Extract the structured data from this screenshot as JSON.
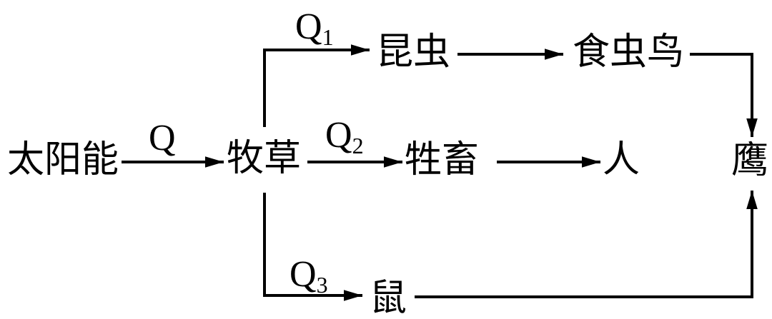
{
  "colors": {
    "ink": "#000000",
    "background": "#ffffff"
  },
  "diagram": {
    "type": "energy-flow-food-web",
    "nodes": {
      "solar": "太阳能",
      "grass": "牧草",
      "insect": "昆虫",
      "bird": "食虫鸟",
      "livestock": "牲畜",
      "human": "人",
      "rat": "鼠",
      "eagle": "鹰"
    },
    "flow_labels": {
      "q": {
        "base": "Q",
        "sub": ""
      },
      "q1": {
        "base": "Q",
        "sub": "1"
      },
      "q2": {
        "base": "Q",
        "sub": "2"
      },
      "q3": {
        "base": "Q",
        "sub": "3"
      }
    },
    "edges": [
      {
        "from": "太阳能",
        "to": "牧草",
        "label": "Q"
      },
      {
        "from": "牧草",
        "to": "昆虫",
        "label": "Q1"
      },
      {
        "from": "昆虫",
        "to": "食虫鸟",
        "label": ""
      },
      {
        "from": "食虫鸟",
        "to": "鹰",
        "label": ""
      },
      {
        "from": "牧草",
        "to": "牲畜",
        "label": "Q2"
      },
      {
        "from": "牲畜",
        "to": "人",
        "label": ""
      },
      {
        "from": "牧草",
        "to": "鼠",
        "label": "Q3"
      },
      {
        "from": "鼠",
        "to": "鹰",
        "label": ""
      }
    ]
  }
}
